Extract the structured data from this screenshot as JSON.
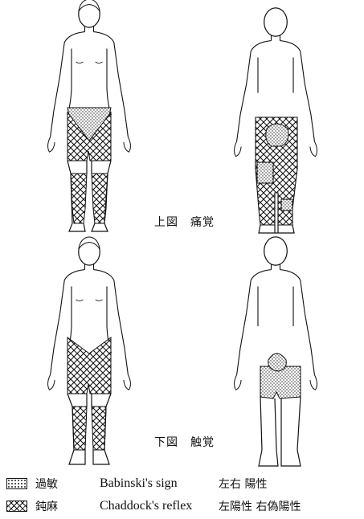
{
  "captions": {
    "top": "上図　痛覚",
    "bottom": "下図　触覚"
  },
  "legend": [
    {
      "pattern": "dots",
      "label": "過敏",
      "sign": "Babinski's sign",
      "result": "左右 陽性"
    },
    {
      "pattern": "crosshatch",
      "label": "鈍麻",
      "sign": "Chaddock's reflex",
      "result": "左陽性 右偽陽性"
    }
  ]
}
